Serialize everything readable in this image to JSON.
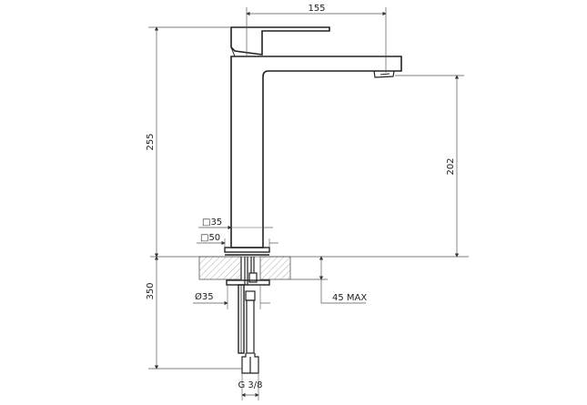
{
  "drawing": {
    "subject": "Tall single-lever basin mixer technical drawing",
    "dimensions": {
      "spout_reach": "155",
      "total_height": "255",
      "spout_height": "202",
      "body_square_small": "□35",
      "body_square_base": "□50",
      "under_counter_length": "350",
      "hole_diameter": "Ø35",
      "max_counter_thickness": "45 MAX",
      "connection_thread": "G 3/8"
    },
    "colors": {
      "outline": "#222222",
      "dimension_line": "#555555",
      "hatch": "#888888",
      "background": "#ffffff"
    }
  }
}
